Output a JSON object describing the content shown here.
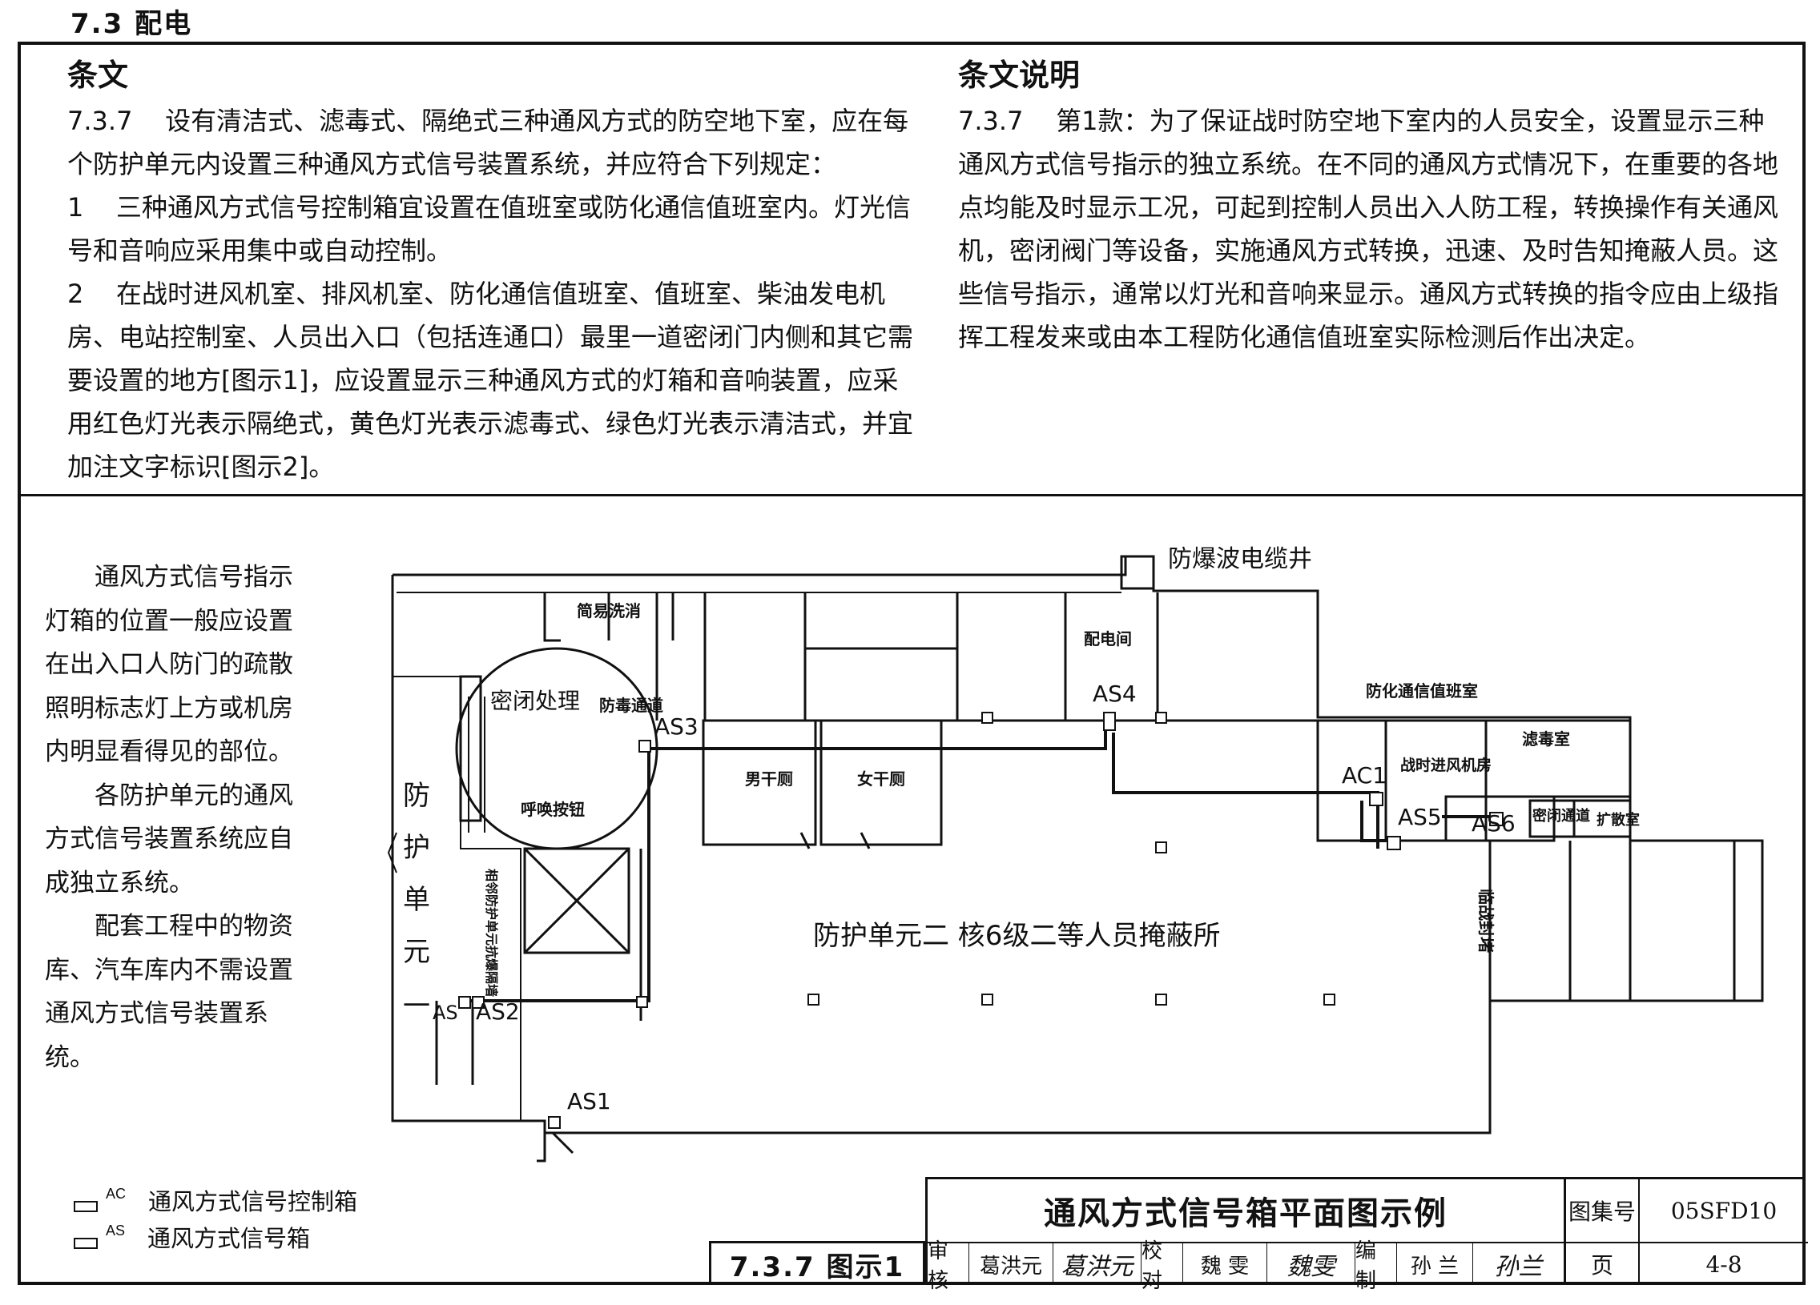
{
  "section": {
    "title": "7.3 配电"
  },
  "left_column": {
    "heading": "条文",
    "paragraphs": [
      "7.3.7    设有清洁式、滤毒式、隔绝式三种通风方式的防空地下室，应在每个防护单元内设置三种通风方式信号装置系统，并应符合下列规定：",
      "1    三种通风方式信号控制箱宜设置在值班室或防化通信值班室内。灯光信号和音响应采用集中或自动控制。",
      "2    在战时进风机室、排风机室、防化通信值班室、值班室、柴油发电机房、电站控制室、人员出入口（包括连通口）最里一道密闭门内侧和其它需要设置的地方[图示1]，应设置显示三种通风方式的灯箱和音响装置，应采用红色灯光表示隔绝式，黄色灯光表示滤毒式、绿色灯光表示清洁式，并宜加注文字标识[图示2]。"
    ]
  },
  "right_column": {
    "heading": "条文说明",
    "paragraphs": [
      "7.3.7    第1款：为了保证战时防空地下室内的人员安全，设置显示三种通风方式信号指示的独立系统。在不同的通风方式情况下，在重要的各地点均能及时显示工况，可起到控制人员出入人防工程，转换操作有关通风机，密闭阀门等设备，实施通风方式转换，迅速、及时告知掩蔽人员。这些信号指示，通常以灯光和音响来显示。通风方式转换的指令应由上级指挥工程发来或由本工程防化通信值班室实际检测后作出决定。"
    ]
  },
  "side_note": {
    "paragraphs": [
      "通风方式信号指示灯箱的位置一般应设置在出入口人防门的疏散照明标志灯上方或机房内明显看得见的部位。",
      "各防护单元的通风方式信号装置系统应自成独立系统。",
      "配套工程中的物资库、汽车库内不需设置通风方式信号装置系统。"
    ]
  },
  "legend": [
    {
      "code": "AC",
      "label": "通风方式信号控制箱"
    },
    {
      "code": "AS",
      "label": "通风方式信号箱"
    }
  ],
  "diagram": {
    "rooms": {
      "cable_shaft": "防爆波电缆井",
      "decon": "简易洗消",
      "distribution": "配电间",
      "chem_comm": "防化通信值班室",
      "filter": "滤毒室",
      "fan_room": "战时进风机房",
      "seal_passage": "密闭通道",
      "expansion": "扩散室",
      "anti_gas_passage": "防毒通道",
      "men_wc": "男干厕",
      "women_wc": "女干厕",
      "seal_treatment": "密闭处理",
      "call_button": "呼唤按钮"
    },
    "unit_one": [
      "防",
      "护",
      "单",
      "元",
      "一"
    ],
    "main_label": "防护单元二        核6级二等人员掩蔽所",
    "adjacent_seal": "相邻防护单元抗爆隔墙",
    "temp_seal": "临战封堵",
    "devices": {
      "as1": "AS1",
      "as2": "AS2",
      "as": "AS",
      "as3": "AS3",
      "as4": "AS4",
      "as5": "AS5",
      "as6": "AS6",
      "ac1": "AC1"
    }
  },
  "caption": "7.3.7 图示1",
  "title_block": {
    "title": "通风方式信号箱平面图示例",
    "atlas_label": "图集号",
    "atlas_no": "05SFD10",
    "page_label": "页",
    "page_no": "4-8",
    "review_label": "审核",
    "reviewer": "葛洪元",
    "reviewer_sig": "葛洪元",
    "check_label": "校对",
    "checker": "魏 雯",
    "checker_sig": "魏雯",
    "draw_label": "编制",
    "drafter": "孙 兰",
    "drafter_sig": "孙兰"
  }
}
